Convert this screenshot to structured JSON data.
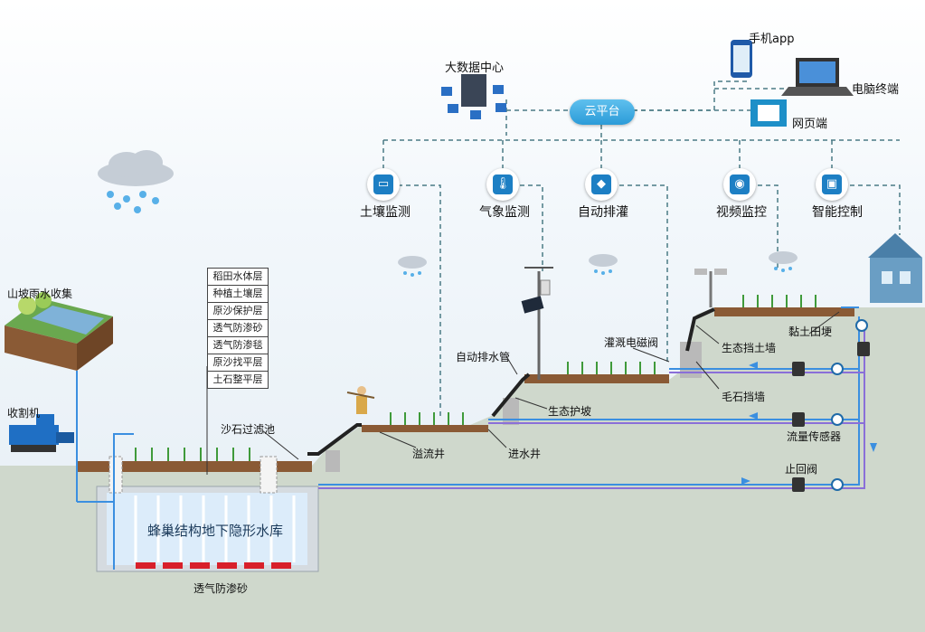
{
  "cloud_platform": "云平台",
  "big_data_center": "大数据中心",
  "terminals": {
    "phone_app": "手机app",
    "pc": "电脑终端",
    "web": "网页端"
  },
  "monitor_nodes": [
    {
      "label": "土壤监测",
      "icon": "soil-icon"
    },
    {
      "label": "气象监测",
      "icon": "thermometer-icon"
    },
    {
      "label": "自动排灌",
      "icon": "irrigation-icon"
    },
    {
      "label": "视频监控",
      "icon": "camera-icon"
    },
    {
      "label": "智能控制",
      "icon": "control-icon"
    }
  ],
  "layers": [
    "稻田水体层",
    "种植土壤层",
    "原沙保护层",
    "透气防渗砂",
    "透气防渗毯",
    "原沙找平层",
    "土石整平层"
  ],
  "labels": {
    "hill_rain": "山坡雨水收集",
    "harvester": "收割机",
    "sand_filter": "沙石过滤池",
    "auto_drain_pipe": "自动排水管",
    "irrigation_valve": "灌溉电磁阀",
    "eco_wall": "生态挡土墙",
    "clay_ridge": "黏土田埂",
    "rubble_wall": "毛石挡墙",
    "eco_slope": "生态护坡",
    "overflow_well": "溢流井",
    "inlet_well": "进水井",
    "flow_sensor": "流量传感器",
    "check_valve": "止回阀",
    "reservoir": "蜂巢结构地下隐形水库",
    "bottom_sand": "透气防渗砂"
  },
  "colors": {
    "pipe_blue": "#3b8fe0",
    "pipe_purple": "#8a6fd8",
    "dash": "#4a7b85",
    "soil": "#8a5a35",
    "ground": "#c9d4c4"
  }
}
